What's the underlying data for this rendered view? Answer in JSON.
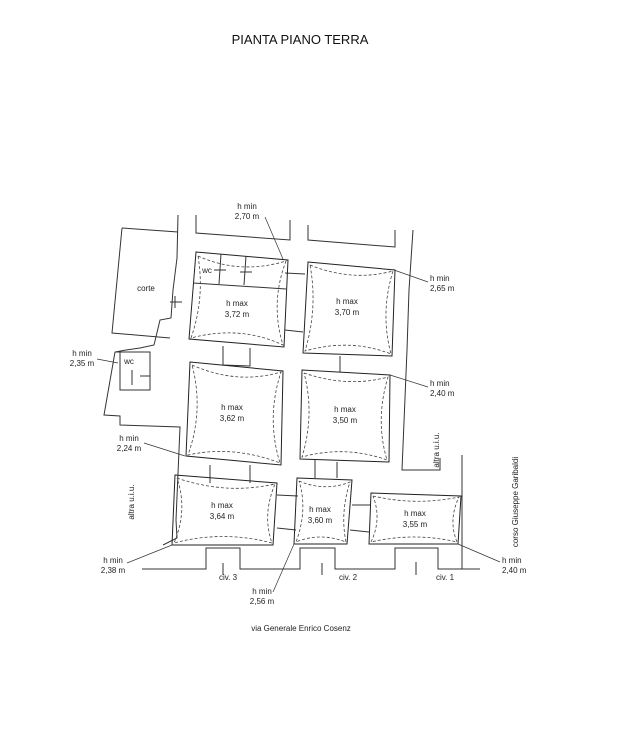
{
  "title": "PIANTA PIANO TERRA",
  "street_bottom": "via Generale Enrico Cosenz",
  "street_right": "corso Giuseppe Garibaldi",
  "neighbours": {
    "left": "altra u.i.u.",
    "right": "altra u.i.u."
  },
  "spaces": {
    "courtyard": "corte",
    "wc_1": "wc",
    "wc_2": "wc"
  },
  "entrances": [
    "civ. 3",
    "civ. 2",
    "civ. 1"
  ],
  "rooms": [
    {
      "label": "h max",
      "value": "3,72 m"
    },
    {
      "label": "h max",
      "value": "3,70 m"
    },
    {
      "label": "h max",
      "value": "3,62 m"
    },
    {
      "label": "h max",
      "value": "3,50 m"
    },
    {
      "label": "h max",
      "value": "3,64 m"
    },
    {
      "label": "h max",
      "value": "3,60 m"
    },
    {
      "label": "h max",
      "value": "3,55 m"
    }
  ],
  "min_heights": [
    {
      "label": "h min",
      "value": "2,70 m"
    },
    {
      "label": "h min",
      "value": "2,65 m"
    },
    {
      "label": "h min",
      "value": "2,35 m"
    },
    {
      "label": "h min",
      "value": "2,40 m"
    },
    {
      "label": "h min",
      "value": "2,24 m"
    },
    {
      "label": "h min",
      "value": "2,38 m"
    },
    {
      "label": "h min",
      "value": "2,56 m"
    },
    {
      "label": "h min",
      "value": "2,40 m"
    }
  ]
}
